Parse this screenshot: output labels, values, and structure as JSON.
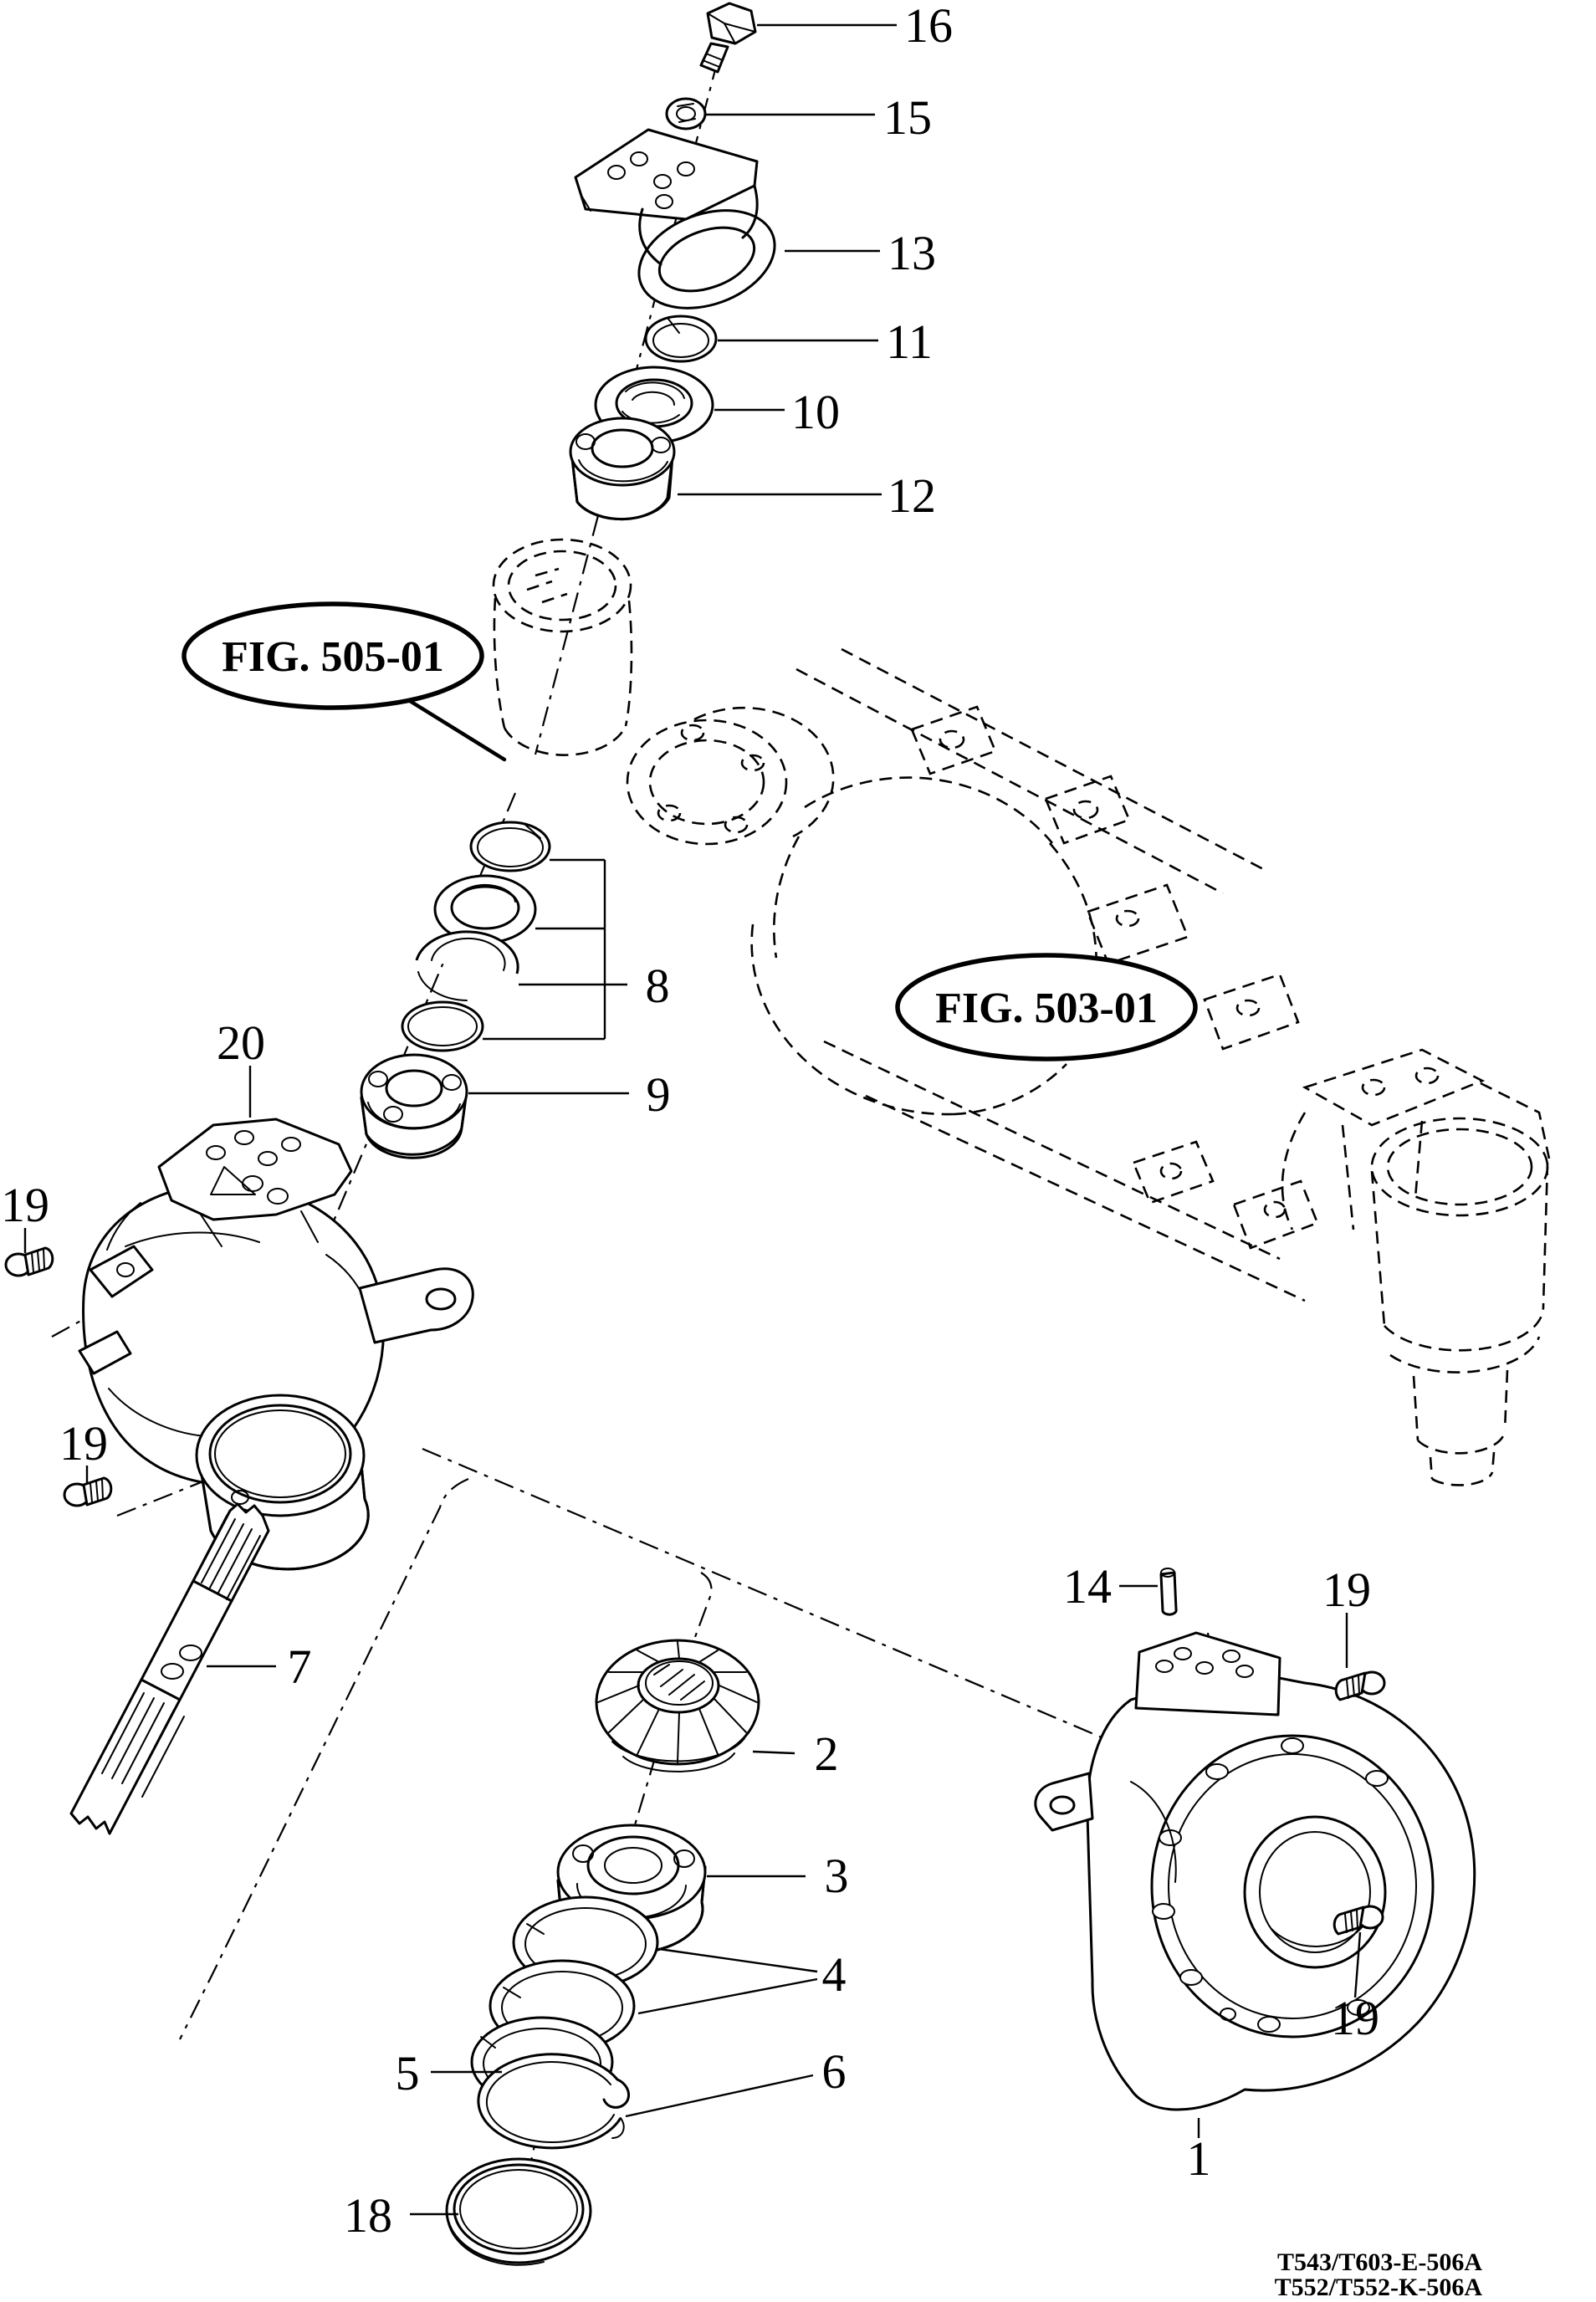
{
  "figure": {
    "background": "#ffffff",
    "line_color": "#000000",
    "fig_refs": [
      {
        "text": "FIG. 505-01"
      },
      {
        "text": "FIG. 503-01"
      }
    ],
    "callouts": [
      {
        "text": "16"
      },
      {
        "text": "15"
      },
      {
        "text": "13"
      },
      {
        "text": "11"
      },
      {
        "text": "10"
      },
      {
        "text": "12"
      },
      {
        "text": "8"
      },
      {
        "text": "9"
      },
      {
        "text": "20"
      },
      {
        "text": "19"
      },
      {
        "text": "19"
      },
      {
        "text": "7"
      },
      {
        "text": "2"
      },
      {
        "text": "3"
      },
      {
        "text": "4"
      },
      {
        "text": "5"
      },
      {
        "text": "6"
      },
      {
        "text": "18"
      },
      {
        "text": "14"
      },
      {
        "text": "19"
      },
      {
        "text": "19"
      },
      {
        "text": "1"
      }
    ],
    "footer": {
      "line1": "T543/T603-E-506A",
      "line2": "T552/T552-K-506A"
    }
  }
}
